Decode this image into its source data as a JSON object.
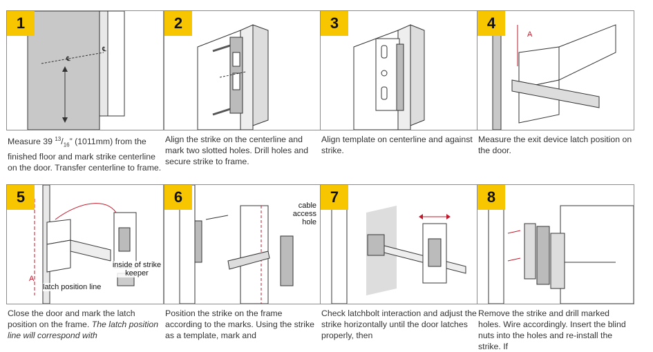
{
  "steps": [
    {
      "number": "1",
      "caption_a": "Measure 39 ",
      "frac_num": "13",
      "frac_den": "16",
      "caption_b": "” (1011mm) from the finished floor and mark strike centerline on the door.  Transfer centerline to frame."
    },
    {
      "number": "2",
      "caption": "Align the strike on the centerline and mark two slotted holes.  Drill holes and secure strike to frame."
    },
    {
      "number": "3",
      "caption": "Align template on centerline and against strike."
    },
    {
      "number": "4",
      "caption": "Measure the exit device latch position on the door.",
      "label_a": "A"
    },
    {
      "number": "5",
      "caption": "Close the door and mark the latch position on the frame. ",
      "caption_italic": "The latch position line will correspond with",
      "label_a": "A",
      "label_keeper": "inside of strike keeper",
      "label_latch": "latch position line"
    },
    {
      "number": "6",
      "caption": "Position the strike on the frame according to the marks. Using the strike as a template, mark and",
      "label_hole": "cable access hole"
    },
    {
      "number": "7",
      "caption": "Check latchbolt interaction and adjust the strike horizontally until the door latches properly, then"
    },
    {
      "number": "8",
      "caption": "Remove the strike and drill marked holes. Wire accordingly. Insert the blind nuts into the holes and re-install the strike. If"
    }
  ],
  "colors": {
    "badge": "#f7c600",
    "panel_border": "#8a8a8a",
    "accent_red": "#c0182a",
    "door_gray": "#c8c8c8"
  }
}
